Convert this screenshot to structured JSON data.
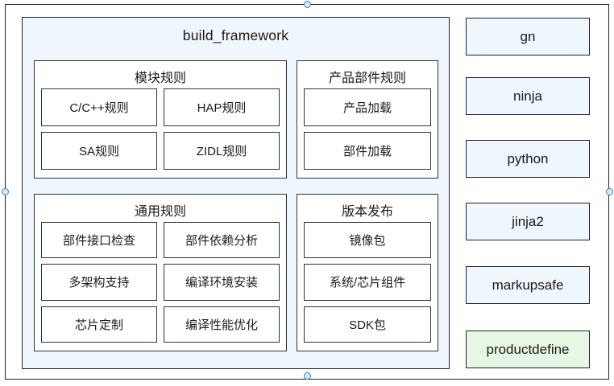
{
  "diagram": {
    "title": "build_framework",
    "colors": {
      "panel_fill": "#eff6fc",
      "group_fill": "#ffffff",
      "stroke": "#1b2330",
      "accent_green": "#e8f7e3",
      "handle_blue": "#3a7fc4"
    },
    "groups": [
      {
        "id": "module-rules",
        "title": "模块规则",
        "rows": [
          [
            "C/C++规则",
            "HAP规则"
          ],
          [
            "SA规则",
            "ZIDL规则"
          ]
        ]
      },
      {
        "id": "product-component-rules",
        "title": "产品部件规则",
        "rows": [
          [
            "产品加载"
          ],
          [
            "部件加载"
          ]
        ]
      },
      {
        "id": "common-rules",
        "title": "通用规则",
        "rows": [
          [
            "部件接口检查",
            "部件依赖分析"
          ],
          [
            "多架构支持",
            "编译环境安装"
          ],
          [
            "芯片定制",
            "编译性能优化"
          ]
        ]
      },
      {
        "id": "version-release",
        "title": "版本发布",
        "rows": [
          [
            "镜像包"
          ],
          [
            "系统/芯片组件"
          ],
          [
            "SDK包"
          ]
        ]
      }
    ],
    "tools": [
      {
        "label": "gn",
        "highlight": false
      },
      {
        "label": "ninja",
        "highlight": false
      },
      {
        "label": "python",
        "highlight": false
      },
      {
        "label": "jinja2",
        "highlight": false
      },
      {
        "label": "markupsafe",
        "highlight": false
      },
      {
        "label": "productdefine",
        "highlight": true
      }
    ]
  }
}
